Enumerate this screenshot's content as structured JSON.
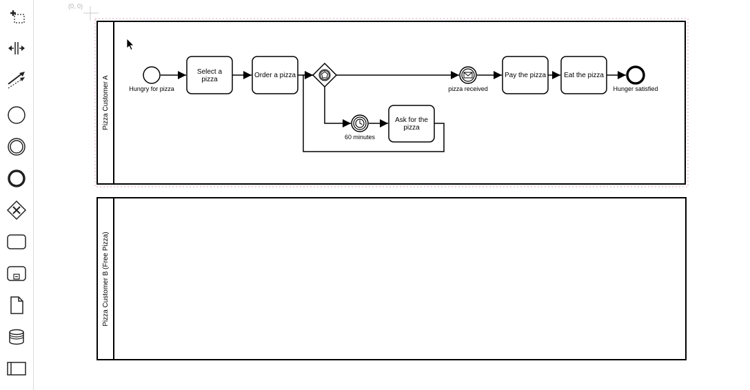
{
  "palette": {
    "tools": [
      {
        "name": "lasso-tool",
        "icon": "lasso-icon"
      },
      {
        "name": "space-tool",
        "icon": "space-tool-icon"
      },
      {
        "name": "global-connect-tool",
        "icon": "connect-icon"
      },
      {
        "name": "create-start-event",
        "icon": "start-event-icon"
      },
      {
        "name": "create-intermediate-event",
        "icon": "intermediate-event-icon"
      },
      {
        "name": "create-end-event",
        "icon": "end-event-icon"
      },
      {
        "name": "create-gateway",
        "icon": "gateway-icon"
      },
      {
        "name": "create-task",
        "icon": "task-icon"
      },
      {
        "name": "create-subprocess",
        "icon": "subprocess-icon"
      },
      {
        "name": "create-data-object",
        "icon": "data-object-icon"
      },
      {
        "name": "create-data-store",
        "icon": "data-store-icon"
      },
      {
        "name": "create-pool",
        "icon": "pool-icon"
      }
    ]
  },
  "canvas": {
    "origin_label": "(0, 0)"
  },
  "pools": [
    {
      "label": "Pizza Customer A"
    },
    {
      "label": "Pizza Customer B (Free Pizza)"
    }
  ],
  "elements": {
    "start_event": "Hungry for pizza",
    "task_select": [
      "Select a",
      "pizza"
    ],
    "task_order": "Order a pizza",
    "message_event": "pizza received",
    "task_pay": "Pay the pizza",
    "task_eat": "Eat the pizza",
    "end_event": "Hunger satisfied",
    "timer_event": "60 minutes",
    "task_ask": [
      "Ask for the",
      "pizza"
    ]
  },
  "colors": {
    "stroke": "#000000",
    "palette_border": "#dcdcdc",
    "selection": "#d9a0c0"
  }
}
